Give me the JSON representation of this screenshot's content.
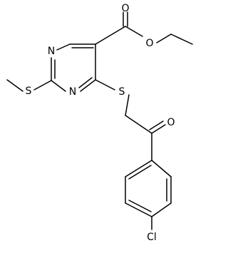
{
  "molecule": {
    "atoms": {
      "o_carbonyl_ester": "O",
      "o_ester": "O",
      "n_upper": "N",
      "n_lower": "N",
      "s_methyl": "S",
      "s_link": "S",
      "o_ketone": "O",
      "cl": "Cl"
    }
  }
}
